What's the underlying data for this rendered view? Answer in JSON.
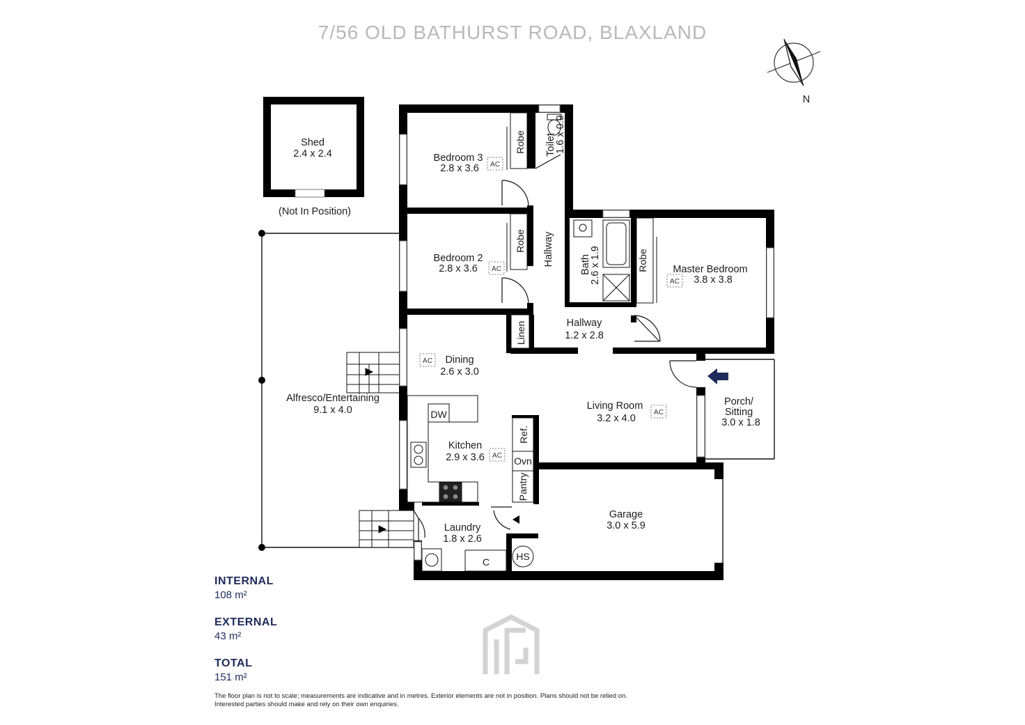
{
  "title": "7/56 OLD BATHURST ROAD, BLAXLAND",
  "compass_label": "N",
  "rooms": {
    "shed": {
      "name": "Shed",
      "dims": "2.4 x 2.4",
      "note": "(Not In Position)"
    },
    "bedroom3": {
      "name": "Bedroom 3",
      "dims": "2.8 x 3.6"
    },
    "bedroom2": {
      "name": "Bedroom 2",
      "dims": "2.8 x 3.6"
    },
    "toilet": {
      "name": "Toilet",
      "dims": "1.6 x 0.9"
    },
    "hallway_upper": {
      "name": "Hallway"
    },
    "bath": {
      "name": "Bath",
      "dims": "2.6 x 1.9"
    },
    "master": {
      "name": "Master Bedroom",
      "dims": "3.8 x 3.8"
    },
    "hallway_lower": {
      "name": "Hallway",
      "dims": "1.2 x 2.8"
    },
    "dining": {
      "name": "Dining",
      "dims": "2.6 x 3.0"
    },
    "alfresco": {
      "name": "Alfresco/Entertaining",
      "dims": "9.1 x 4.0"
    },
    "living": {
      "name": "Living Room",
      "dims": "3.2 x 4.0"
    },
    "porch": {
      "name1": "Porch/",
      "name2": "Sitting",
      "dims": "3.0 x 1.8"
    },
    "kitchen": {
      "name": "Kitchen",
      "dims": "2.9 x 3.6"
    },
    "laundry": {
      "name": "Laundry",
      "dims": "1.8 x 2.6"
    },
    "garage": {
      "name": "Garage",
      "dims": "3.0 x 5.9"
    }
  },
  "fixtures": {
    "robe": "Robe",
    "linen": "Linen",
    "dw": "DW",
    "ref": "Ref.",
    "ovn": "Ovn",
    "pantry": "Pantry",
    "c": "C",
    "hs": "HS",
    "ac": "AC"
  },
  "areas": {
    "internal_label": "INTERNAL",
    "internal_value": "108 m²",
    "external_label": "EXTERNAL",
    "external_value": "43 m²",
    "total_label": "TOTAL",
    "total_value": "151 m²"
  },
  "disclaimer": "The floor plan is not to scale; measurements are indicative and in metres. Exterior elements are not in position. Plans should not be relied on. Interested parties should make and rely on their own enquiries.",
  "colors": {
    "navy": "#1e2a5a",
    "title_grey": "#b9b9b9",
    "logo_grey": "#d3d3d3"
  }
}
